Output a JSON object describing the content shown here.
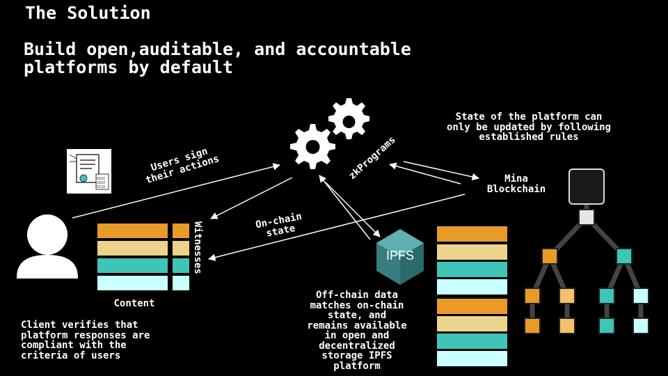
{
  "title": "The Solution",
  "headline": "Build open,auditable, and accountable\nplatforms by default",
  "state_note": "State of the platform can\nonly be updated by following\nestablished rules",
  "users_sign": "Users sign\ntheir actions",
  "zk_label": "zkPrograms",
  "mina_label": "Mina\nBlockchain",
  "onchain_label": "On-chain\nstate",
  "offchain_note": "Off-chain data\nmatches on-chain\nstate, and\nremains available\nin open and\ndecentralized\nstorage IPFS\nplatform",
  "client_note": "Client verifies that\nplatform responses are\ncompliant with the\ncriteria of users",
  "content_label": "Content",
  "witnesses_label": "Witnesses",
  "ipfs_label": "IPFS",
  "colors": {
    "orange": "#e89b26",
    "sand": "#edd48c",
    "teal": "#3fc4b8",
    "pale": "#c8ffff",
    "gray_line": "#444444"
  },
  "icons": [
    "user-icon",
    "certificate-icon",
    "gear-icon",
    "ipfs-cube-icon",
    "mina-logo-icon"
  ]
}
